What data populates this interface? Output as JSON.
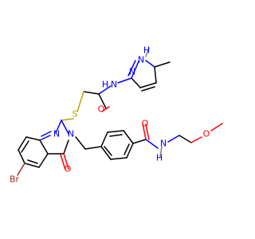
{
  "labels": {
    "n_pyrazole_h": "N",
    "h_pyrazole": "H",
    "n_pyrazole": "N",
    "nh_amide_top": "N",
    "h_amide_top": "H",
    "o_amide_top": "O",
    "s_thioether": "S",
    "n_quinaz_1": "N",
    "n_quinaz_3": "N",
    "o_quinaz": "O",
    "br": "Br",
    "o_amide_right": "O",
    "nh_amide_right": "N",
    "h_amide_right": "H",
    "o_methoxy": "O"
  },
  "colors": {
    "carbon": "#000000",
    "nitrogen": "#0000ff",
    "oxygen": "#ff0000",
    "sulfur": "#b2a700",
    "bromine": "#a52a2a",
    "hydrogen": "#808080"
  }
}
